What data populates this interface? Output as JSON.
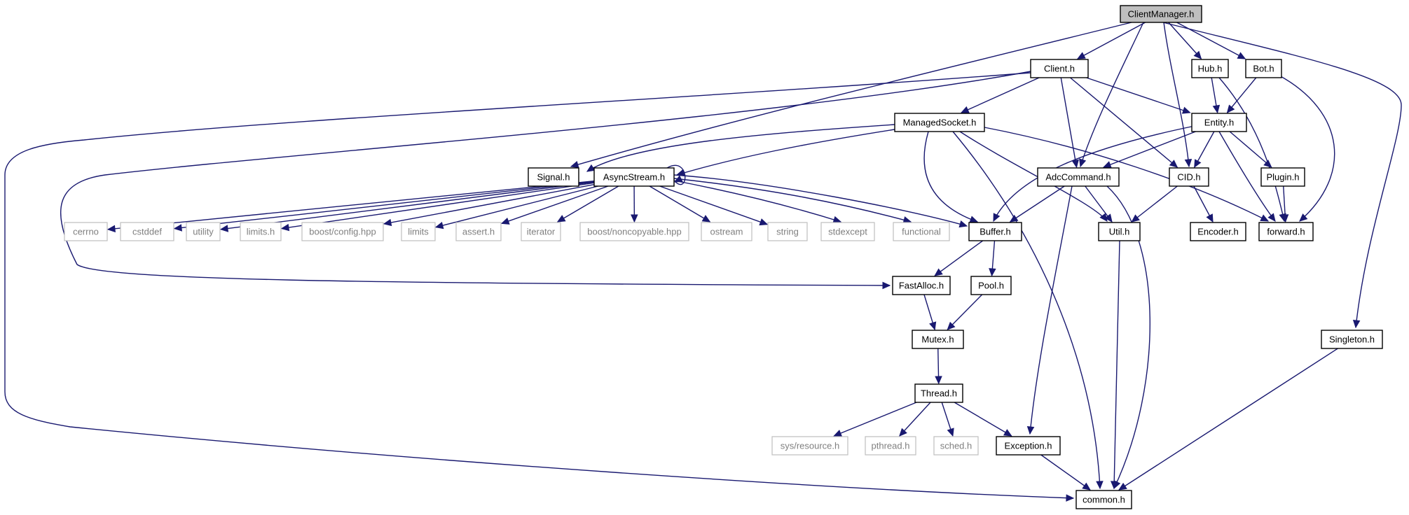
{
  "title": "ClientManager.h",
  "colors": {
    "edge": "#191970",
    "root_fill": "#bfbfbf",
    "node_border": "#000000",
    "external_border": "#bfbfbf",
    "external_text": "#7f7f7f"
  },
  "nodes": [
    {
      "id": "clientmanager",
      "label": "ClientManager.h",
      "kind": "root"
    },
    {
      "id": "client",
      "label": "Client.h",
      "kind": "project"
    },
    {
      "id": "hub",
      "label": "Hub.h",
      "kind": "project"
    },
    {
      "id": "bot",
      "label": "Bot.h",
      "kind": "project"
    },
    {
      "id": "managedsocket",
      "label": "ManagedSocket.h",
      "kind": "project"
    },
    {
      "id": "entity",
      "label": "Entity.h",
      "kind": "project"
    },
    {
      "id": "signal",
      "label": "Signal.h",
      "kind": "project"
    },
    {
      "id": "asyncstream",
      "label": "AsyncStream.h",
      "kind": "project"
    },
    {
      "id": "adccommand",
      "label": "AdcCommand.h",
      "kind": "project"
    },
    {
      "id": "cid",
      "label": "CID.h",
      "kind": "project"
    },
    {
      "id": "plugin",
      "label": "Plugin.h",
      "kind": "project"
    },
    {
      "id": "cerrno",
      "label": "cerrno",
      "kind": "external"
    },
    {
      "id": "cstddef",
      "label": "cstddef",
      "kind": "external"
    },
    {
      "id": "utility",
      "label": "utility",
      "kind": "external"
    },
    {
      "id": "limits_h",
      "label": "limits.h",
      "kind": "external"
    },
    {
      "id": "boost_config",
      "label": "boost/config.hpp",
      "kind": "external"
    },
    {
      "id": "limits",
      "label": "limits",
      "kind": "external"
    },
    {
      "id": "assert",
      "label": "assert.h",
      "kind": "external"
    },
    {
      "id": "iterator",
      "label": "iterator",
      "kind": "external"
    },
    {
      "id": "boost_noncopyable",
      "label": "boost/noncopyable.hpp",
      "kind": "external"
    },
    {
      "id": "ostream",
      "label": "ostream",
      "kind": "external"
    },
    {
      "id": "string",
      "label": "string",
      "kind": "external"
    },
    {
      "id": "stdexcept",
      "label": "stdexcept",
      "kind": "external"
    },
    {
      "id": "functional",
      "label": "functional",
      "kind": "external"
    },
    {
      "id": "buffer",
      "label": "Buffer.h",
      "kind": "project"
    },
    {
      "id": "util",
      "label": "Util.h",
      "kind": "project"
    },
    {
      "id": "encoder",
      "label": "Encoder.h",
      "kind": "project"
    },
    {
      "id": "forward",
      "label": "forward.h",
      "kind": "project"
    },
    {
      "id": "fastalloc",
      "label": "FastAlloc.h",
      "kind": "project"
    },
    {
      "id": "pool",
      "label": "Pool.h",
      "kind": "project"
    },
    {
      "id": "singleton",
      "label": "Singleton.h",
      "kind": "project"
    },
    {
      "id": "mutex",
      "label": "Mutex.h",
      "kind": "project"
    },
    {
      "id": "thread",
      "label": "Thread.h",
      "kind": "project"
    },
    {
      "id": "sys_resource",
      "label": "sys/resource.h",
      "kind": "external"
    },
    {
      "id": "pthread",
      "label": "pthread.h",
      "kind": "external"
    },
    {
      "id": "sched",
      "label": "sched.h",
      "kind": "external"
    },
    {
      "id": "exception",
      "label": "Exception.h",
      "kind": "project"
    },
    {
      "id": "common",
      "label": "common.h",
      "kind": "project"
    }
  ],
  "edges": [
    [
      "clientmanager",
      "client"
    ],
    [
      "clientmanager",
      "hub"
    ],
    [
      "clientmanager",
      "bot"
    ],
    [
      "clientmanager",
      "signal"
    ],
    [
      "clientmanager",
      "adccommand"
    ],
    [
      "clientmanager",
      "cid"
    ],
    [
      "clientmanager",
      "singleton"
    ],
    [
      "client",
      "managedsocket"
    ],
    [
      "client",
      "entity"
    ],
    [
      "client",
      "adccommand"
    ],
    [
      "client",
      "cid"
    ],
    [
      "client",
      "fastalloc"
    ],
    [
      "client",
      "common"
    ],
    [
      "hub",
      "entity"
    ],
    [
      "hub",
      "forward"
    ],
    [
      "bot",
      "entity"
    ],
    [
      "bot",
      "forward"
    ],
    [
      "managedsocket",
      "signal"
    ],
    [
      "managedsocket",
      "asyncstream"
    ],
    [
      "managedsocket",
      "buffer"
    ],
    [
      "managedsocket",
      "util"
    ],
    [
      "managedsocket",
      "forward"
    ],
    [
      "managedsocket",
      "common"
    ],
    [
      "entity",
      "adccommand"
    ],
    [
      "entity",
      "cid"
    ],
    [
      "entity",
      "plugin"
    ],
    [
      "entity",
      "buffer"
    ],
    [
      "entity",
      "forward"
    ],
    [
      "asyncstream",
      "asyncstream"
    ],
    [
      "asyncstream",
      "cerrno"
    ],
    [
      "asyncstream",
      "cstddef"
    ],
    [
      "asyncstream",
      "utility"
    ],
    [
      "asyncstream",
      "limits_h"
    ],
    [
      "asyncstream",
      "boost_config"
    ],
    [
      "asyncstream",
      "limits"
    ],
    [
      "asyncstream",
      "assert"
    ],
    [
      "asyncstream",
      "iterator"
    ],
    [
      "asyncstream",
      "boost_noncopyable"
    ],
    [
      "asyncstream",
      "ostream"
    ],
    [
      "asyncstream",
      "string"
    ],
    [
      "asyncstream",
      "stdexcept"
    ],
    [
      "asyncstream",
      "functional"
    ],
    [
      "asyncstream",
      "buffer"
    ],
    [
      "adccommand",
      "buffer"
    ],
    [
      "adccommand",
      "util"
    ],
    [
      "adccommand",
      "exception"
    ],
    [
      "adccommand",
      "common"
    ],
    [
      "cid",
      "encoder"
    ],
    [
      "cid",
      "util"
    ],
    [
      "plugin",
      "forward"
    ],
    [
      "buffer",
      "fastalloc"
    ],
    [
      "buffer",
      "pool"
    ],
    [
      "util",
      "common"
    ],
    [
      "fastalloc",
      "mutex"
    ],
    [
      "pool",
      "mutex"
    ],
    [
      "mutex",
      "thread"
    ],
    [
      "thread",
      "sys_resource"
    ],
    [
      "thread",
      "pthread"
    ],
    [
      "thread",
      "sched"
    ],
    [
      "thread",
      "exception"
    ],
    [
      "exception",
      "common"
    ],
    [
      "singleton",
      "common"
    ]
  ]
}
